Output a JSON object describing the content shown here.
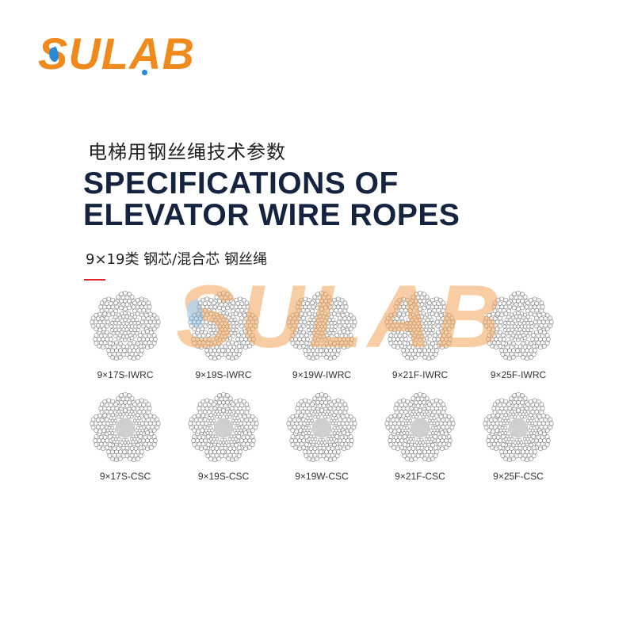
{
  "brand": {
    "logo_text": "SULAB",
    "primary_color": "#f08a1c",
    "accent_color": "#2b8ad6"
  },
  "header": {
    "cn_title": "电梯用钢丝绳技术参数",
    "en_title_line1": "SPECIFICATIONS OF",
    "en_title_line2": "ELEVATOR WIRE ROPES",
    "title_color": "#14233f"
  },
  "section": {
    "subtitle": "9×19类 钢芯/混合芯 钢丝绳",
    "divider_color": "#e0252b"
  },
  "watermark": {
    "text": "SULAB"
  },
  "ropes": {
    "iwrc": [
      {
        "label": "9×17S-IWRC",
        "icon": "rope-cross-section-icon"
      },
      {
        "label": "9×19S-IWRC",
        "icon": "rope-cross-section-icon"
      },
      {
        "label": "9×19W-IWRC",
        "icon": "rope-cross-section-icon"
      },
      {
        "label": "9×21F-IWRC",
        "icon": "rope-cross-section-icon"
      },
      {
        "label": "9×25F-IWRC",
        "icon": "rope-cross-section-icon"
      }
    ],
    "csc": [
      {
        "label": "9×17S-CSC",
        "icon": "rope-cross-section-icon"
      },
      {
        "label": "9×19S-CSC",
        "icon": "rope-cross-section-icon"
      },
      {
        "label": "9×19W-CSC",
        "icon": "rope-cross-section-icon"
      },
      {
        "label": "9×21F-CSC",
        "icon": "rope-cross-section-icon"
      },
      {
        "label": "9×25F-CSC",
        "icon": "rope-cross-section-icon"
      }
    ]
  }
}
